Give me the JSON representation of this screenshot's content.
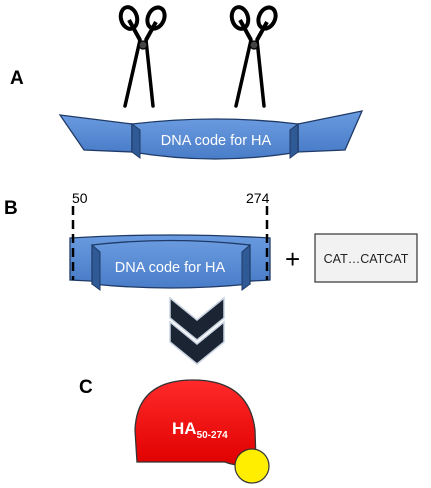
{
  "panels": {
    "a": {
      "label": "A",
      "ribbon_text": "DNA code for HA"
    },
    "b": {
      "label": "B",
      "start_number": "50",
      "end_number": "274",
      "ribbon_text": "DNA code for HA",
      "plus": "+",
      "tag_text": "CAT…CATCAT"
    },
    "c": {
      "label": "C",
      "protein_main": "HA",
      "protein_sub": "50-274"
    }
  },
  "colors": {
    "ribbon": "#5b8fd6",
    "ribbon_stroke": "#1f3a66",
    "protein": "#ee1111",
    "his_tag": "#ffee00",
    "arrow": "#1a2433",
    "tag_box_fill": "#f2f2f2"
  }
}
